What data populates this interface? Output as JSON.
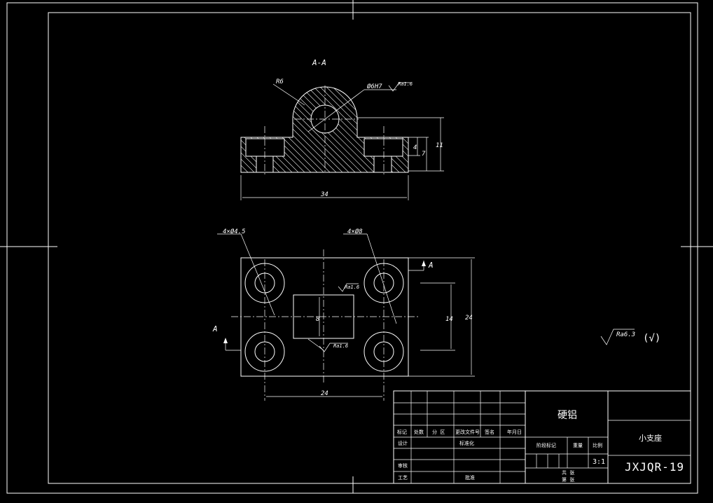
{
  "colors": {
    "background": "#000000",
    "line": "#ffffff"
  },
  "section_view": {
    "title": "A-A",
    "radius_label": "R6",
    "bore_label": "Ø6H7",
    "bore_roughness": "Ra1.6",
    "dim_overall_width": "34",
    "dim_small_height": "4",
    "dim_mid_height": "7",
    "dim_total_height": "11"
  },
  "plan_view": {
    "holes_small_label": "4×Ø4.5",
    "holes_large_label": "4×Ø8",
    "section_mark_top": "A",
    "section_mark_left": "A",
    "slot_roughness_top": "Ra1.6",
    "slot_roughness_bottom": "Ra1.6",
    "slot_width_label": "8",
    "dim_hole_spacing_h": "24",
    "dim_hole_spacing_v": "14",
    "dim_overall_height": "24"
  },
  "general_roughness": {
    "value": "Ra6.3",
    "suffix": "(√)"
  },
  "title_block": {
    "material": "硬铝",
    "part_name": "小支座",
    "drawing_number": "JXJQR-19",
    "scale": "3:1",
    "row_headers": [
      "标记",
      "处数",
      "分 区",
      "更改文件号",
      "签名",
      "年月日"
    ],
    "design_label": "设计",
    "standardize_label": "标准化",
    "review_label": "审核",
    "process_label": "工艺",
    "approve_label": "批准",
    "stage_mark_label": "阶段标记",
    "weight_label": "重量",
    "scale_label": "比例",
    "sheet_total_label": "共 张",
    "sheet_no_label": "第 张"
  }
}
